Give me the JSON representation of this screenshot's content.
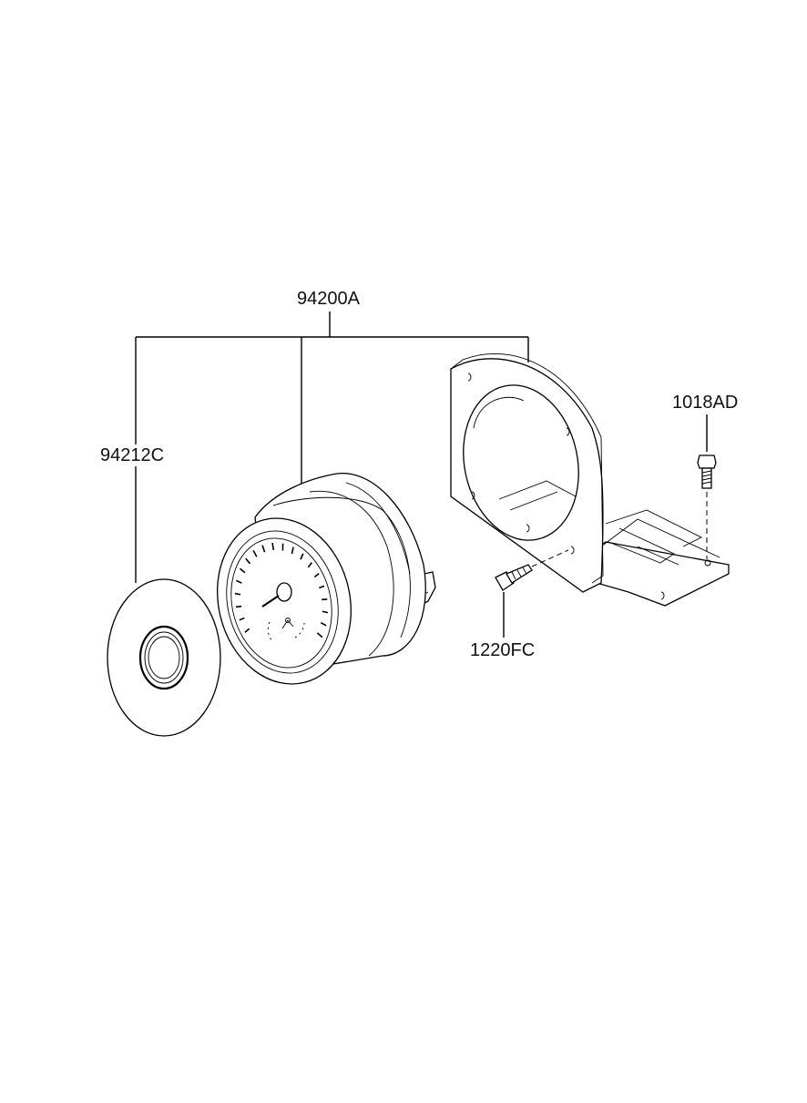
{
  "diagram": {
    "callouts": {
      "assembly": "94200A",
      "glass": "94212C",
      "bolt_top": "1018AD",
      "screw": "1220FC"
    }
  }
}
